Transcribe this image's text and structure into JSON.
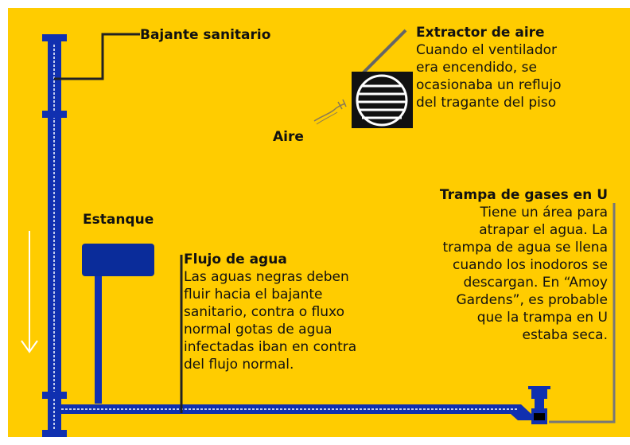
{
  "labels": {
    "bajante": "Bajante sanitario",
    "aire": "Aire",
    "estanque": "Estanque"
  },
  "extractor": {
    "title": "Extractor de aire",
    "lines": [
      "Cuando el ventilador",
      "era encendido, se",
      "ocasionaba un reflujo",
      "del tragante del piso"
    ]
  },
  "trampa": {
    "title": "Trampa de gases en U",
    "lines": [
      "Tiene un área para",
      "atrapar el agua. La",
      "trampa de agua se llena",
      "cuando los inodoros se",
      "descargan. En “Amoy",
      "Gardens”, es probable",
      "que la trampa en U",
      "estaba seca."
    ]
  },
  "flujo": {
    "title": "Flujo de agua",
    "lines": [
      "Las aguas negras deben",
      "fluir hacia el bajante",
      "sanitario, contra o fluxo",
      "normal gotas de agua",
      "infectadas iban en contra",
      "del flujo normal."
    ]
  },
  "colors": {
    "background": "#FFCC00",
    "pipe": "#1030B0",
    "tank": "#0A2C9A",
    "leader": "#222222",
    "trap_leader": "#777777"
  }
}
